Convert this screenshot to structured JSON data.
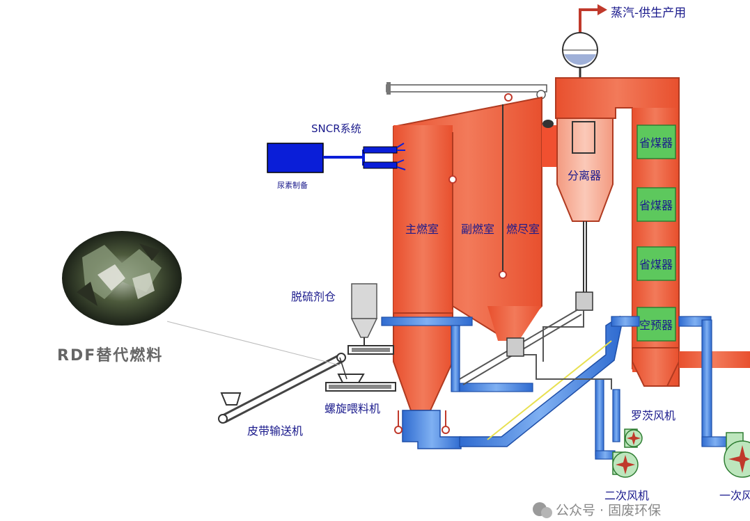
{
  "labels": {
    "steam": "蒸汽-供生产用",
    "sncr": "SNCR系统",
    "urea": "尿素制备",
    "main_chamber": "主燃室",
    "secondary_chamber": "副燃室",
    "burnout_chamber": "燃尽室",
    "separator": "分离器",
    "economizer_1": "省煤器",
    "economizer_2": "省煤器",
    "economizer_3": "省煤器",
    "air_preheater": "空预器",
    "desulfurizer_silo": "脱硫剂仓",
    "rdf": "RDF替代燃料",
    "screw_feeder": "螺旋喂料机",
    "belt_conveyor": "皮带输送机",
    "roots_blower": "罗茨风机",
    "secondary_fan": "二次风机",
    "primary_fan": "一次风机"
  },
  "watermark": "公众号 · 固废环保",
  "colors": {
    "furnace": "#f06a4a",
    "furnace_stroke": "#c0392b",
    "green_module": "#5dc85d",
    "blue_duct": "#4a82d8",
    "urea_box": "#0a1ed8"
  }
}
